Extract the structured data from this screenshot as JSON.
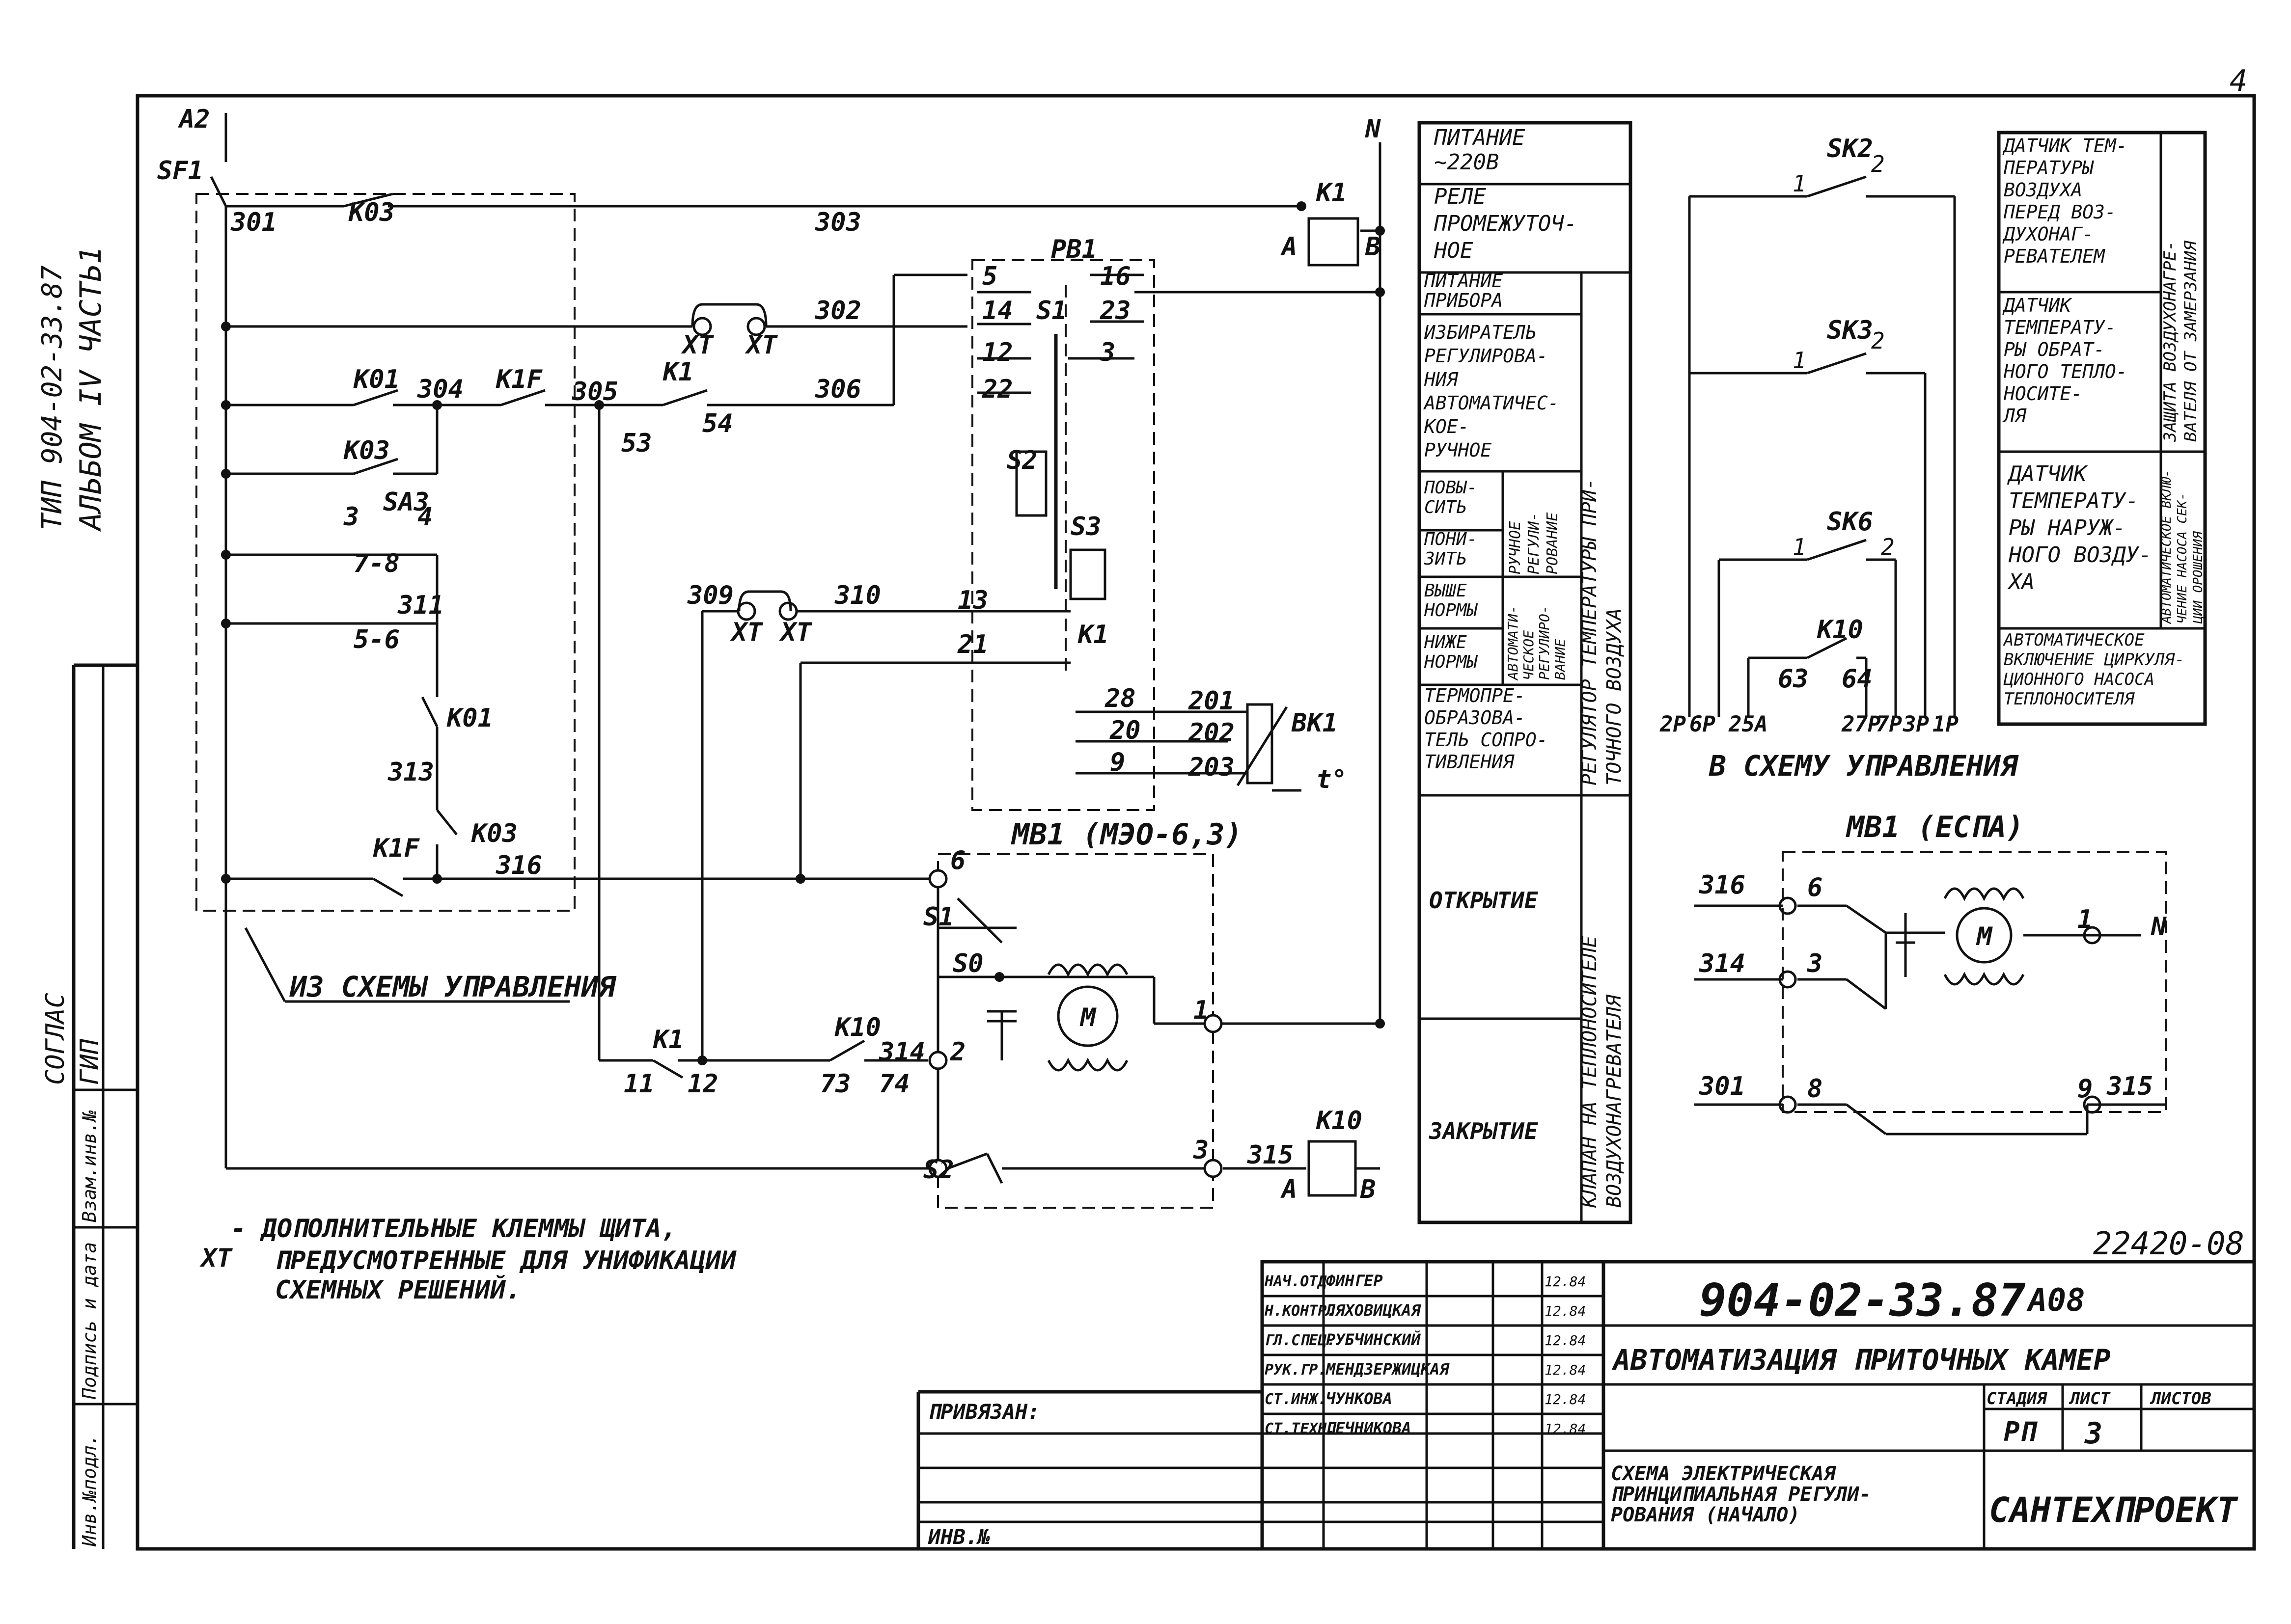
{
  "sheet": {
    "page_no": "4",
    "margin_left_1": "ТИП 904-02-33.87",
    "margin_left_2": "АЛЬБОМ IV ЧАСТЬ1",
    "margin_left_3": "ГИП",
    "margin_left_sogl": "СОГЛАС",
    "margin_stamp_1": "Инв.№подл.",
    "margin_stamp_2": "Подпись и дата",
    "margin_stamp_3": "Взам.инв.№"
  },
  "diagram": {
    "labels": {
      "a2": "A2",
      "sf1": "SF1",
      "n": "N",
      "k1_top": "K1",
      "a": "A",
      "b": "B",
      "w301": "301",
      "w303": "303",
      "k03a": "K03",
      "rb1": "PB1",
      "w302": "302",
      "xt1": "XT",
      "xt2": "XT",
      "c14": "14",
      "s1": "S1",
      "c23": "23",
      "c5": "5",
      "c16": "16",
      "c12": "12",
      "c3": "3",
      "c22": "22",
      "k01": "K01",
      "w304": "304",
      "k1f": "K1F",
      "w305": "305",
      "k1a": "K1",
      "w306": "306",
      "c53": "53",
      "c54": "54",
      "k03b": "K03",
      "sa3": "SA3",
      "sa3_3": "3",
      "sa3_4": "4",
      "c78": "7-8",
      "w311": "311",
      "c56": "5-6",
      "s2": "S2",
      "s3": "S3",
      "w309": "309",
      "w310": "310",
      "xt3": "XT",
      "xt4": "XT",
      "c13": "13",
      "c21": "21",
      "k1b": "K1",
      "k01b": "K01",
      "w313": "313",
      "k03c": "K03",
      "c28": "28",
      "c20": "20",
      "c9": "9",
      "w201": "201",
      "w202": "202",
      "w203": "203",
      "bk1": "BK1",
      "t0": "t°",
      "k1f2": "K1F",
      "w316": "316",
      "mb1": "MB1  (МЭО-6,3)",
      "s1b": "S1",
      "s0": "S0",
      "m": "M",
      "t6": "6",
      "t1": "1",
      "t2": "2",
      "t3": "3",
      "k1c": "K1",
      "c11": "11",
      "c12b": "12",
      "k10a": "K10",
      "c73": "73",
      "c74": "74",
      "w314": "314",
      "s2b": "S2",
      "w315": "315",
      "k10b": "K10",
      "a2l": "A",
      "b2l": "B",
      "from_ctrl": "ИЗ СХЕМЫ УПРАВЛЕНИЯ",
      "note_xt": "XT",
      "note_1": "- ДОПОЛНИТЕЛЬНЫЕ КЛЕММЫ ЩИТА,",
      "note_2": "ПРЕДУСМОТРЕННЫЕ ДЛЯ УНИФИКАЦИИ",
      "note_3": "СХЕМНЫХ РЕШЕНИЙ.",
      "sk2": "SK2",
      "sk3": "SK3",
      "sk6": "SK6",
      "k10c": "K10",
      "c63": "63",
      "c64": "64",
      "p1": "1",
      "p2": "2",
      "bot": [
        "2P",
        "6P",
        "25A",
        "27P",
        "7P",
        "3P",
        "1P"
      ],
      "to_ctrl": "В СХЕМУ УПРАВЛЕНИЯ",
      "mb1e": "MB1  (ЕСПА)",
      "e316": "316",
      "e314": "314",
      "e301": "301",
      "e315": "315",
      "e6": "6",
      "e3": "3",
      "e8": "8",
      "e1": "1",
      "e9": "9",
      "en": "N",
      "em": "M"
    },
    "legend_mid": {
      "r1": [
        "ПИТАНИЕ",
        "~220В"
      ],
      "r2": [
        "РЕЛЕ",
        "ПРОМЕЖУТОЧ-",
        "НОЕ"
      ],
      "r3": [
        "ПИТАНИЕ",
        "ПРИБОРА"
      ],
      "r4": [
        "ИЗБИРАТЕЛЬ",
        "РЕГУЛИРОВА-",
        "НИЯ",
        "АВТОМАТИЧЕС-",
        "КОЕ-",
        "РУЧНОЕ"
      ],
      "r5a": [
        "ПОВЫ-",
        "СИТЬ"
      ],
      "r5b": [
        "ПОНИ-",
        "ЗИТЬ"
      ],
      "r6a": [
        "ВЫШЕ",
        "НОРМЫ"
      ],
      "r6b": [
        "НИЖЕ",
        "НОРМЫ"
      ],
      "v_manual": [
        "РУЧНОЕ",
        "РЕГУЛИ-",
        "РОВАНИЕ"
      ],
      "v_auto": [
        "АВТОМАТИ-",
        "ЧЕСКОЕ",
        "РЕГУЛИРО-",
        "ВАНИЕ"
      ],
      "r7": [
        "ТЕРМОПРЕ-",
        "ОБРАЗОВА-",
        "ТЕЛЬ СОПРО-",
        "ТИВЛЕНИЯ"
      ],
      "v_reg": [
        "РЕГУЛЯТОР ТЕМПЕРАТУРЫ ПРИ-",
        "ТОЧНОГО ВОЗДУХА"
      ],
      "r8": "ОТКРЫТИЕ",
      "r9": "ЗАКРЫТИЕ",
      "v_valve": [
        "КЛАПАН НА ТЕПЛОНОСИТЕЛЕ",
        "ВОЗДУХОНАГРЕВАТЕЛЯ"
      ]
    },
    "legend_right": {
      "r1": [
        "ДАТЧИК ТЕМ-",
        "ПЕРАТУРЫ",
        "ВОЗДУХА",
        "ПЕРЕД ВОЗ-",
        "ДУХОНАГ-",
        "РЕВАТЕЛЕМ"
      ],
      "r2": [
        "ДАТЧИК",
        "ТЕМПЕРАТУ-",
        "РЫ ОБРАТ-",
        "НОГО ТЕПЛО-",
        "НОСИТЕ-",
        "ЛЯ"
      ],
      "v_prot": [
        "ЗАЩИТА ВОЗДУХОНАГРЕ-",
        "ВАТЕЛЯ ОТ ЗАМЕРЗАНИЯ"
      ],
      "r3": [
        "ДАТЧИК",
        "ТЕМПЕРАТУ-",
        "РЫ НАРУЖ-",
        "НОГО ВОЗДУ-",
        "ХА"
      ],
      "v_pump": [
        "АВТОМАТИЧЕСКОЕ ВКЛЮ-",
        "ЧЕНИЕ НАСОСА СЕК-",
        "ЦИИ ОРОШЕНИЯ"
      ],
      "r4": [
        "АВТОМАТИЧЕСКОЕ",
        "ВКЛЮЧЕНИЕ ЦИРКУЛЯ-",
        "ЦИОННОГО НАСОСА",
        "ТЕПЛОНОСИТЕЛЯ"
      ]
    }
  },
  "title_block": {
    "drawing_no": "22420-08",
    "code": "904-02-33.87",
    "mark": "А08",
    "project": "АВТОМАТИЗАЦИЯ ПРИТОЧНЫХ КАМЕР",
    "description": [
      "СХЕМА ЭЛЕКТРИЧЕСКАЯ",
      "ПРИНЦИПИАЛЬНАЯ РЕГУЛИ-",
      "РОВАНИЯ (НАЧАЛО)"
    ],
    "org": "САНТЕХПРОЕКТ",
    "stage_hdr": "СТАДИЯ",
    "sheet_hdr": "ЛИСТ",
    "sheets_hdr": "ЛИСТОВ",
    "stage": "РП",
    "sheet": "3",
    "sheets": "",
    "bound": "ПРИВЯЗАН:",
    "inv": "ИНВ.№",
    "signatures": [
      {
        "role": "НАЧ.ОТД.",
        "name": "ФИНГЕР",
        "date": "12.84"
      },
      {
        "role": "Н.КОНТР.",
        "name": "ЛЯХОВИЦКАЯ",
        "date": "12.84"
      },
      {
        "role": "ГЛ.СПЕЦ.",
        "name": "РУБЧИНСКИЙ",
        "date": "12.84"
      },
      {
        "role": "РУК.ГР.",
        "name": "МЕНДЗЕРЖИЦКАЯ",
        "date": "12.84"
      },
      {
        "role": "СТ.ИНЖ.",
        "name": "ЧУНКОВА",
        "date": "12.84"
      },
      {
        "role": "СТ.ТЕХН.",
        "name": "ПЕЧНИКОВА",
        "date": "12.84"
      }
    ]
  }
}
